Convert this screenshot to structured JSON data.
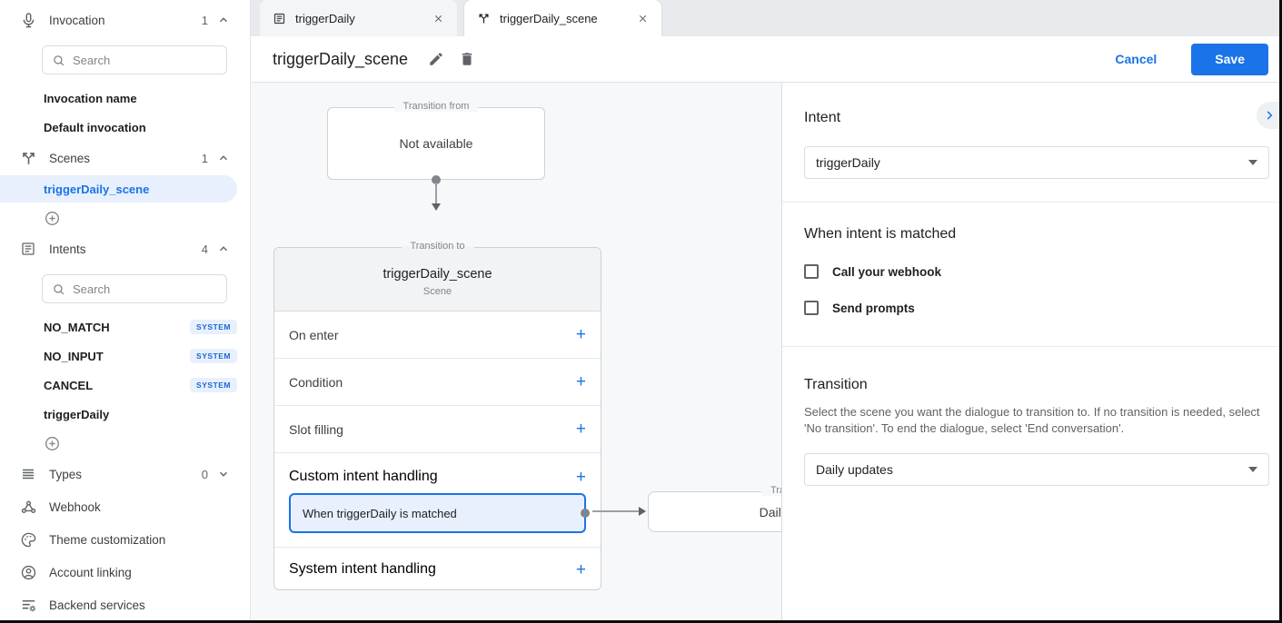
{
  "colors": {
    "accent": "#1a73e8",
    "selected_bg": "#e8f0fe",
    "canvas_bg": "#f7f8fa",
    "badge_text": "#1967d2"
  },
  "icons": {
    "plus": "+",
    "close": "×"
  },
  "sidebar": {
    "search_placeholder": "Search",
    "sections": {
      "invocation": {
        "label": "Invocation",
        "count": "1"
      },
      "scenes": {
        "label": "Scenes",
        "count": "1"
      },
      "intents": {
        "label": "Intents",
        "count": "4"
      },
      "types": {
        "label": "Types",
        "count": "0"
      }
    },
    "invocation_items": [
      {
        "label": "Invocation name"
      },
      {
        "label": "Default invocation"
      }
    ],
    "scene_items": [
      {
        "label": "triggerDaily_scene"
      }
    ],
    "intent_items": [
      {
        "label": "NO_MATCH",
        "badge": "SYSTEM"
      },
      {
        "label": "NO_INPUT",
        "badge": "SYSTEM"
      },
      {
        "label": "CANCEL",
        "badge": "SYSTEM"
      },
      {
        "label": "triggerDaily"
      }
    ],
    "menu_items": [
      {
        "label": "Webhook"
      },
      {
        "label": "Theme customization"
      },
      {
        "label": "Account linking"
      },
      {
        "label": "Backend services"
      }
    ]
  },
  "tabs": [
    {
      "label": "triggerDaily"
    },
    {
      "label": "triggerDaily_scene"
    }
  ],
  "header": {
    "title": "triggerDaily_scene",
    "cancel_label": "Cancel",
    "save_label": "Save"
  },
  "canvas": {
    "transition_from": {
      "legend": "Transition from",
      "content": "Not available"
    },
    "scene_card": {
      "legend": "Transition to",
      "title": "triggerDaily_scene",
      "subtitle": "Scene",
      "rows": [
        {
          "label": "On enter"
        },
        {
          "label": "Condition"
        },
        {
          "label": "Slot filling"
        }
      ],
      "custom_handling": {
        "label": "Custom intent handling",
        "item": "When triggerDaily is matched"
      },
      "system_handling": {
        "label": "System intent handling"
      }
    },
    "target_card": {
      "legend": "Transition to",
      "content": "Daily updates"
    }
  },
  "panel": {
    "intent_heading": "Intent",
    "intent_value": "triggerDaily",
    "matched_heading": "When intent is matched",
    "checkbox_webhook": "Call your webhook",
    "checkbox_prompts": "Send prompts",
    "transition_heading": "Transition",
    "transition_description": "Select the scene you want the dialogue to transition to. If no transition is needed, select 'No transition'. To end the dialogue, select 'End conversation'.",
    "transition_value": "Daily updates"
  }
}
